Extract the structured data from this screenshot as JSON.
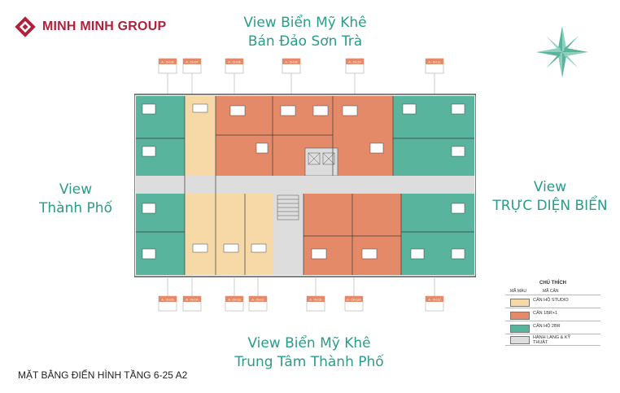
{
  "brand": {
    "name": "MINH MINH GROUP"
  },
  "views": {
    "top_line1": "View Biển Mỹ Khê",
    "top_line2": "Bán Đảo Sơn Trà",
    "left_line1": "View",
    "left_line2": "Thành Phố",
    "right_line1": "View",
    "right_line2": "TRỰC DIỆN BIỂN",
    "bottom_line1": "View Biển Mỹ Khê",
    "bottom_line2": "Trung Tâm Thành Phố"
  },
  "caption": "MẶT BẰNG ĐIỂN HÌNH TẦNG 6-25 A2",
  "units_top": [
    "A - CH.06",
    "A - CH.07",
    "A - CH.08",
    "A - CH.09",
    "A - CH.10",
    "A - CH.11"
  ],
  "units_bottom": [
    "A - CH.05",
    "A - CH.04",
    "A - CH.03",
    "A - CH.02",
    "A - CH.01",
    "A - CH.12A",
    "A - CH.12"
  ],
  "legend": {
    "title": "CHÚ THÍCH",
    "col1": "MÃ MÀU",
    "col2": "MÃ CĂN",
    "items": [
      {
        "label": "CĂN HỘ STUDIO",
        "color": "#f7d9a8"
      },
      {
        "label": "CĂN 1BR+1",
        "color": "#e58a69"
      },
      {
        "label": "CĂN HỘ 2BR",
        "color": "#58b49c"
      },
      {
        "label": "HÀNH LANG & KỸ THUẬT",
        "color": "#dddddd"
      }
    ]
  },
  "colors": {
    "teal": "#58b49c",
    "coral": "#e58a69",
    "peach": "#f7d9a8",
    "corridor": "#dddddd",
    "view_text": "#2a9c8a",
    "brand": "#b0223b"
  },
  "icons": [
    "logo-icon",
    "compass-icon"
  ]
}
